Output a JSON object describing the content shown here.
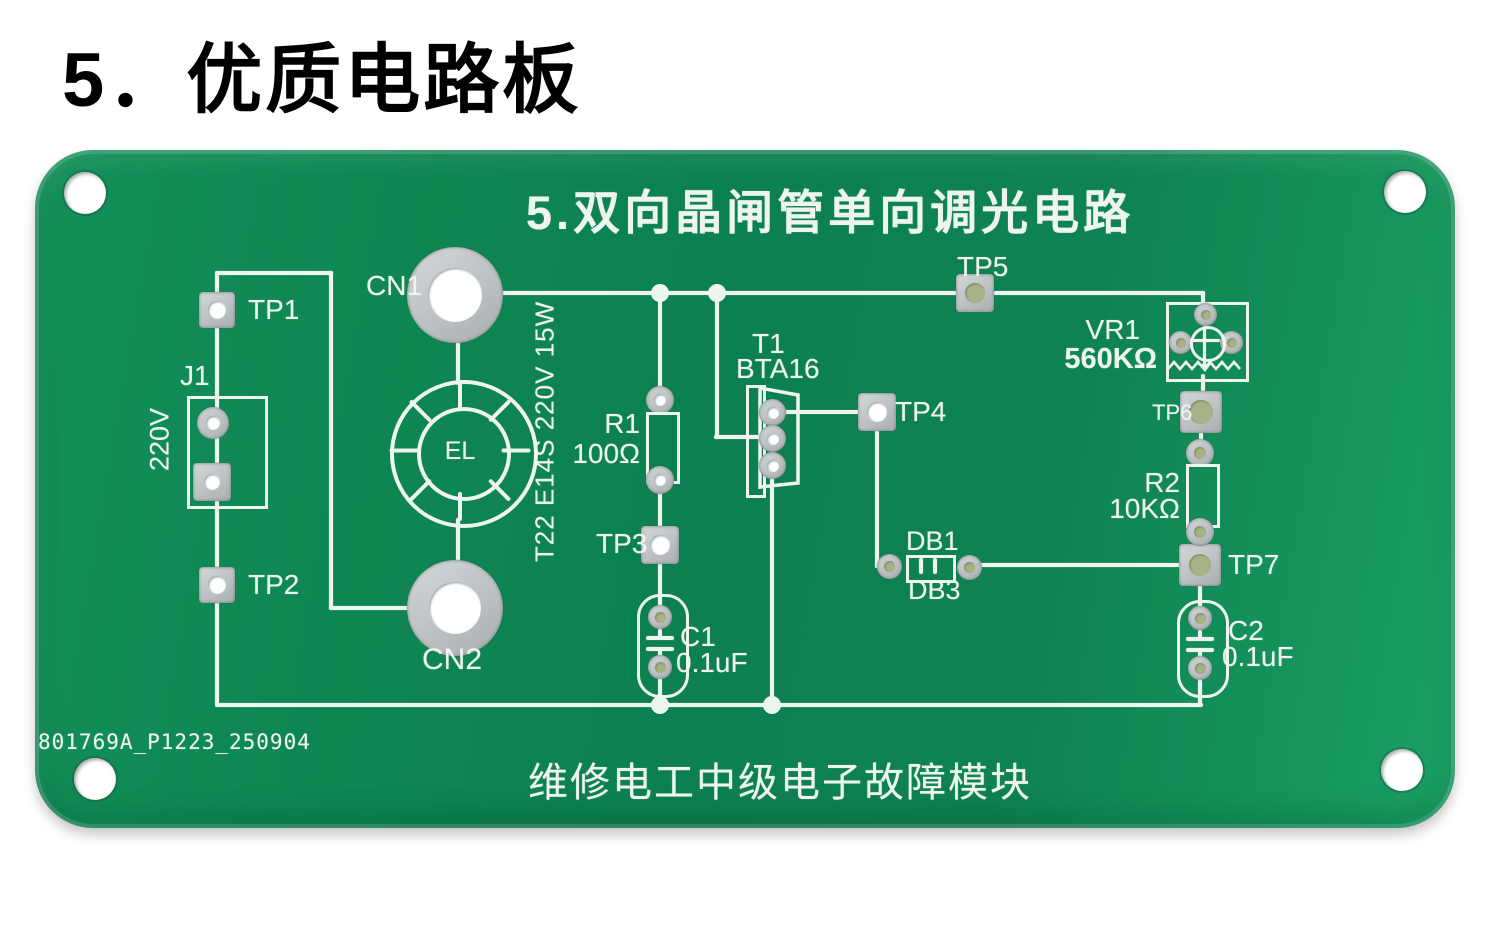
{
  "page": {
    "title": "5．优质电路板"
  },
  "board": {
    "title": "5.双向晶闸管单向调光电路",
    "footer": "维修电工中级电子故障模块",
    "serial": "801769A_P1223_250904",
    "colors": {
      "board_green": "#0e8251",
      "silkscreen_white": "#eef5ee",
      "pad_silver": "#b9bfc0",
      "pad_hole_tint": "#a9b287"
    },
    "connectors": {
      "cn1": "CN1",
      "cn2": "CN2",
      "j1": {
        "name": "J1",
        "value": "220V"
      }
    },
    "lamp": {
      "name": "EL",
      "spec": "T22 E14S 220V 15W"
    },
    "components": {
      "r1": {
        "name": "R1",
        "value": "100Ω"
      },
      "r2": {
        "name": "R2",
        "value": "10KΩ"
      },
      "c1": {
        "name": "C1",
        "value": "0.1uF"
      },
      "c2": {
        "name": "C2",
        "value": "0.1uF"
      },
      "t1": {
        "name": "T1",
        "part": "BTA16"
      },
      "db": {
        "name": "DB1",
        "alt": "DB3"
      },
      "vr1": {
        "name": "VR1",
        "value": "560KΩ"
      }
    },
    "test_points": {
      "tp1": "TP1",
      "tp2": "TP2",
      "tp3": "TP3",
      "tp4": "TP4",
      "tp5": "TP5",
      "tp6": "TP6",
      "tp7": "TP7"
    }
  }
}
